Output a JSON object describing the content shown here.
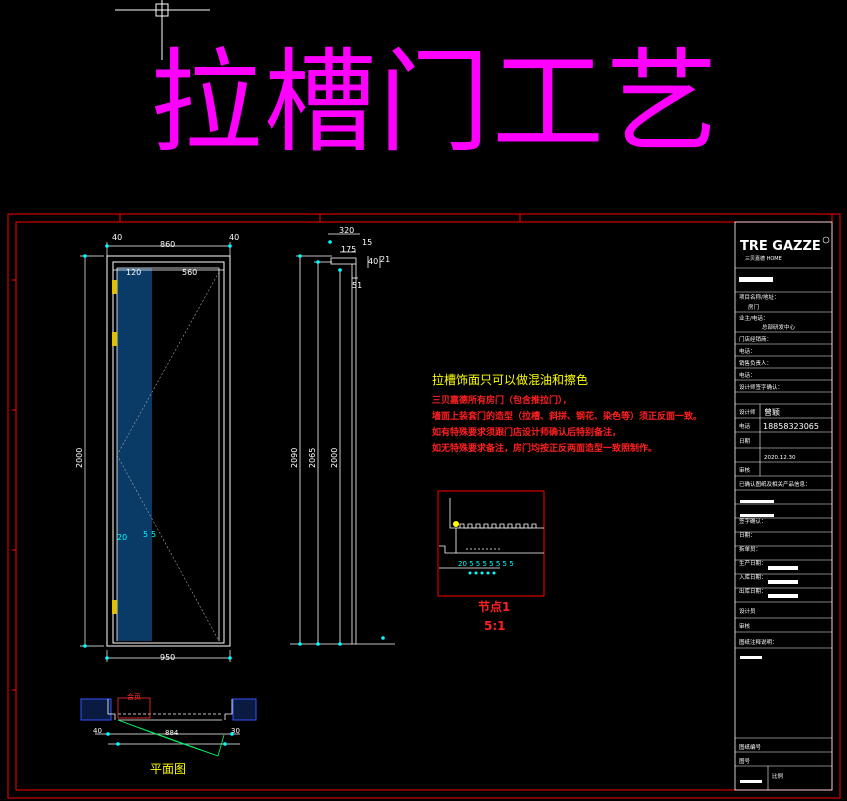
{
  "title": "拉槽门工艺",
  "drawing": {
    "front_dims": {
      "top_left": "40",
      "top_mid": "860",
      "top_right": "40",
      "inner_left": "120",
      "inner_right": "560",
      "height": "2000",
      "bottom": "950",
      "mid_a": "20",
      "mid_b": "5",
      "mid_c": "5"
    },
    "side_dims": {
      "top": "320",
      "top_b": "15",
      "mid": "175",
      "right_a": "40",
      "right_b": "21",
      "right_c": "51",
      "h1": "2090",
      "h2": "2065",
      "h3": "2000"
    },
    "plan_label": "平面图",
    "plan_hinge": "合页",
    "plan_dim": "884",
    "plan_left": "40",
    "plan_right": "30",
    "notes_heading": "拉槽饰面只可以做混油和擦色",
    "notes": [
      "三贝嘉德所有房门（包含推拉门），",
      "墙面上装套门的造型（拉槽、斜拼、钢花、染色等）须正反面一致。",
      "如有特殊要求须跟门店设计师确认后特别备注，",
      "如无特殊要求备注，房门均按正反两面造型一致照制作。"
    ],
    "detail": {
      "label": "节点1",
      "scale": "5:1",
      "dims": "20 5 5 5 5 5 5 5"
    }
  },
  "title_block": {
    "brand": "TRE GAZZE",
    "brand_sub": "三贝嘉德 HOME",
    "rows": [
      "项目名称/地址：",
      "房门",
      "业主/电话：",
      "总部研发中心",
      "门店经销商：",
      "电话：",
      "销售负责人：",
      "电话：",
      "设计师签字确认：",
      "设计师",
      "曾颖",
      "电话",
      "18858323065",
      "日期",
      "2020.12.30",
      "审核",
      "已确认图纸及相关产品信息：",
      "签字确认：",
      "日期：",
      "拆单员：",
      "生产日期：",
      "入库日期：",
      "出库日期：",
      "设计员",
      "审核",
      "图纸注释说明：",
      "图纸编号",
      "图号",
      "比例"
    ]
  },
  "colors": {
    "background": "#000000",
    "title": "#ff00ff",
    "frame": "#ff0000",
    "line": "#ffffff",
    "dim": "#00ffff",
    "panel": "#0a3a66",
    "note_heading": "#ffff00",
    "note_text": "#ff2020"
  }
}
